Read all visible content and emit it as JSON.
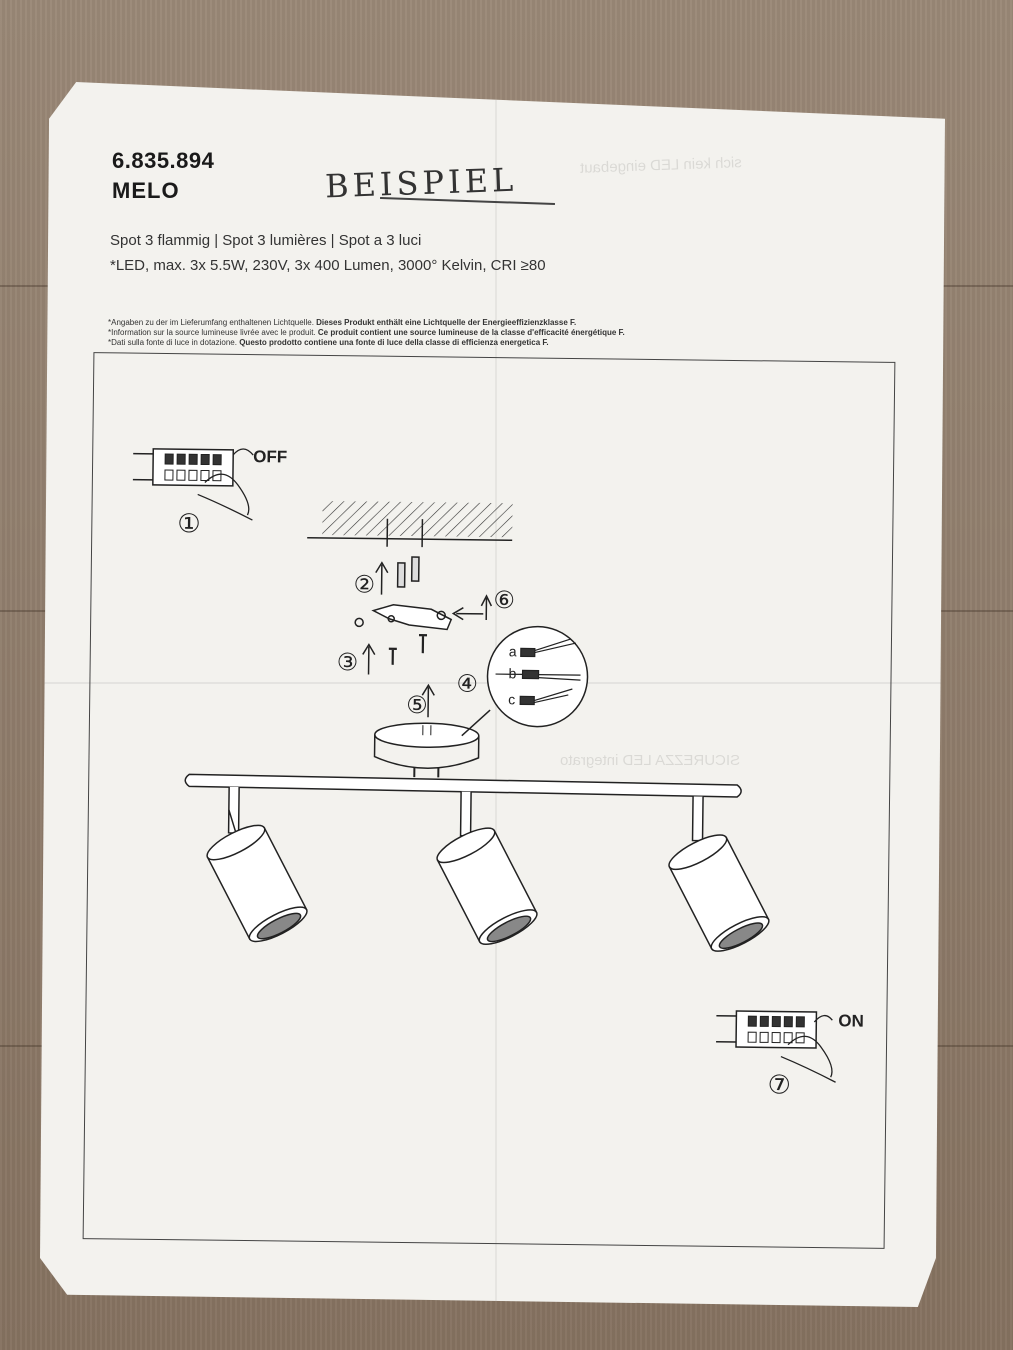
{
  "header": {
    "article_number": "6.835.894",
    "product_name": "MELO",
    "handwritten_note": "BEISPIEL"
  },
  "subtitle": "Spot 3 flammig | Spot 3 lumières | Spot a 3 luci",
  "specs": "*LED, max. 3x 5.5W, 230V, 3x 400 Lumen, 3000° Kelvin, CRI ≥80",
  "footnotes": [
    {
      "prefix": "*Angaben zu der im Lieferumfang enthaltenen Lichtquelle. ",
      "bold": "Dieses Produkt enthält eine Lichtquelle der Energieeffizienzklasse F."
    },
    {
      "prefix": "*Information sur la source lumineuse livrée avec le produit. ",
      "bold": "Ce produit contient une source lumineuse de la classe d'efficacité énergétique F."
    },
    {
      "prefix": "*Dati sulla fonte di luce in dotazione. ",
      "bold": "Questo prodotto contiene una fonte di luce della classe di efficienza energetica F."
    }
  ],
  "diagram": {
    "switch_off": "OFF",
    "switch_on": "ON",
    "steps": [
      "①",
      "②",
      "③",
      "④",
      "⑤",
      "⑥",
      "⑦"
    ],
    "wire_labels": [
      "a",
      "b",
      "c"
    ]
  },
  "bleed_through": {
    "top": "sich kein LED eingebaut",
    "middle": "SICUREZZA LED integrato"
  },
  "colors": {
    "paper": "#f3f2ee",
    "ink": "#1a1a1a",
    "floor": "#8f7c6c"
  }
}
